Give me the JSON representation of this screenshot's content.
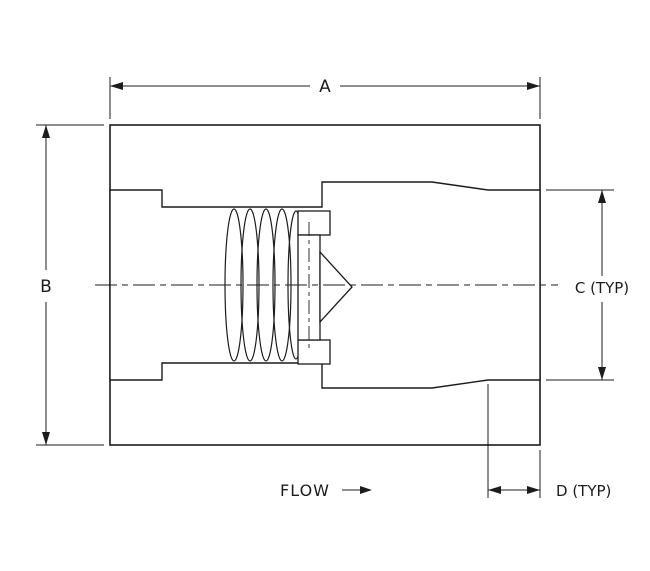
{
  "diagram": {
    "labels": {
      "dim_a": "A",
      "dim_b": "B",
      "dim_c": "C (TYP)",
      "dim_d": "D (TYP)",
      "flow": "FLOW"
    },
    "colors": {
      "line": "#1c1c1c",
      "hatch": "#4d4d4d",
      "background": "#ffffff"
    }
  }
}
